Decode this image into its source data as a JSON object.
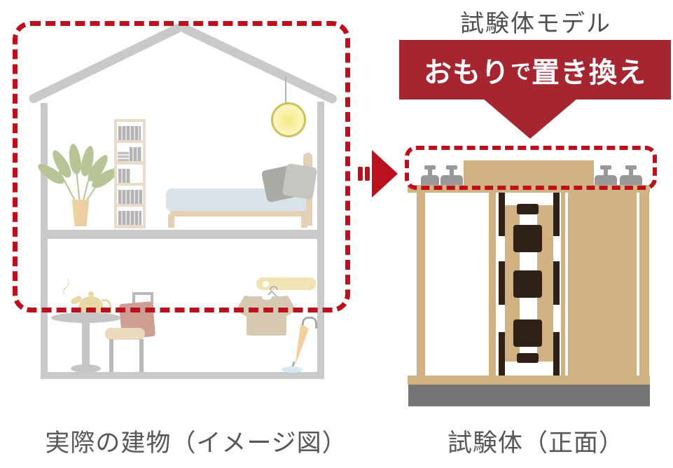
{
  "colors": {
    "dash_red": "#bb101e",
    "banner_red": "#a52531",
    "wood_tan": "#d2b183",
    "wood_light": "#e4d0b5",
    "dark_brown": "#2f2117",
    "structure_gray": "#c9c9c9",
    "furniture_gray": "#c6c6c6",
    "base_gray": "#757575",
    "text_gray": "#575757",
    "weight_gray": "#97989a",
    "mattress_blue": "#d9e3e9",
    "cushion_rose": "#cf9e92",
    "leaf_green": "#b6c496",
    "rack_yellow": "#f2e3b4",
    "shirt_beige": "#d7c8b2",
    "umbrella_peach": "#f6cf9e",
    "teapot_cream": "#e8d8a6",
    "pot_tan": "#ecd0a2"
  },
  "specimen": {
    "title": "試験体モデル",
    "banner": {
      "large1": "おもり",
      "small": "で",
      "large2": "置き換え"
    },
    "caption": "試験体（正面）"
  },
  "building": {
    "caption": "実際の建物（イメージ図）"
  },
  "icons": {
    "equals_icon": "=",
    "arrow_right_icon": "▶",
    "arrow_down_icon": "▼"
  }
}
